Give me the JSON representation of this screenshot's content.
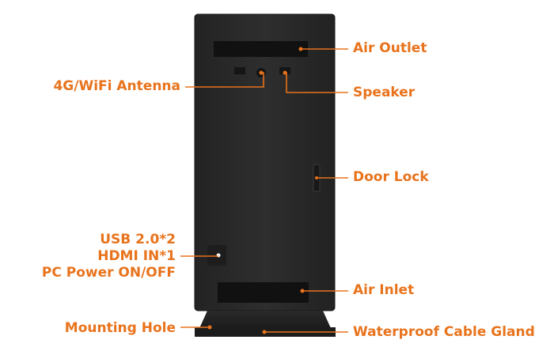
{
  "diagram": {
    "labels": {
      "air_outlet": "Air Outlet",
      "antenna": "4G/WiFi Antenna",
      "speaker": "Speaker",
      "door_lock": "Door Lock",
      "usb": "USB 2.0*2",
      "hdmi": "HDMI IN*1",
      "pc_power": "PC Power ON/OFF",
      "air_inlet": "Air Inlet",
      "mounting_hole": "Mounting Hole",
      "cable_gland": "Waterproof Cable Gland"
    }
  },
  "colors": {
    "accent": "#e8731c",
    "cabinet": "#2b2b2b",
    "cabinet_edge": "#1a1a1a",
    "vent": "#111111"
  }
}
